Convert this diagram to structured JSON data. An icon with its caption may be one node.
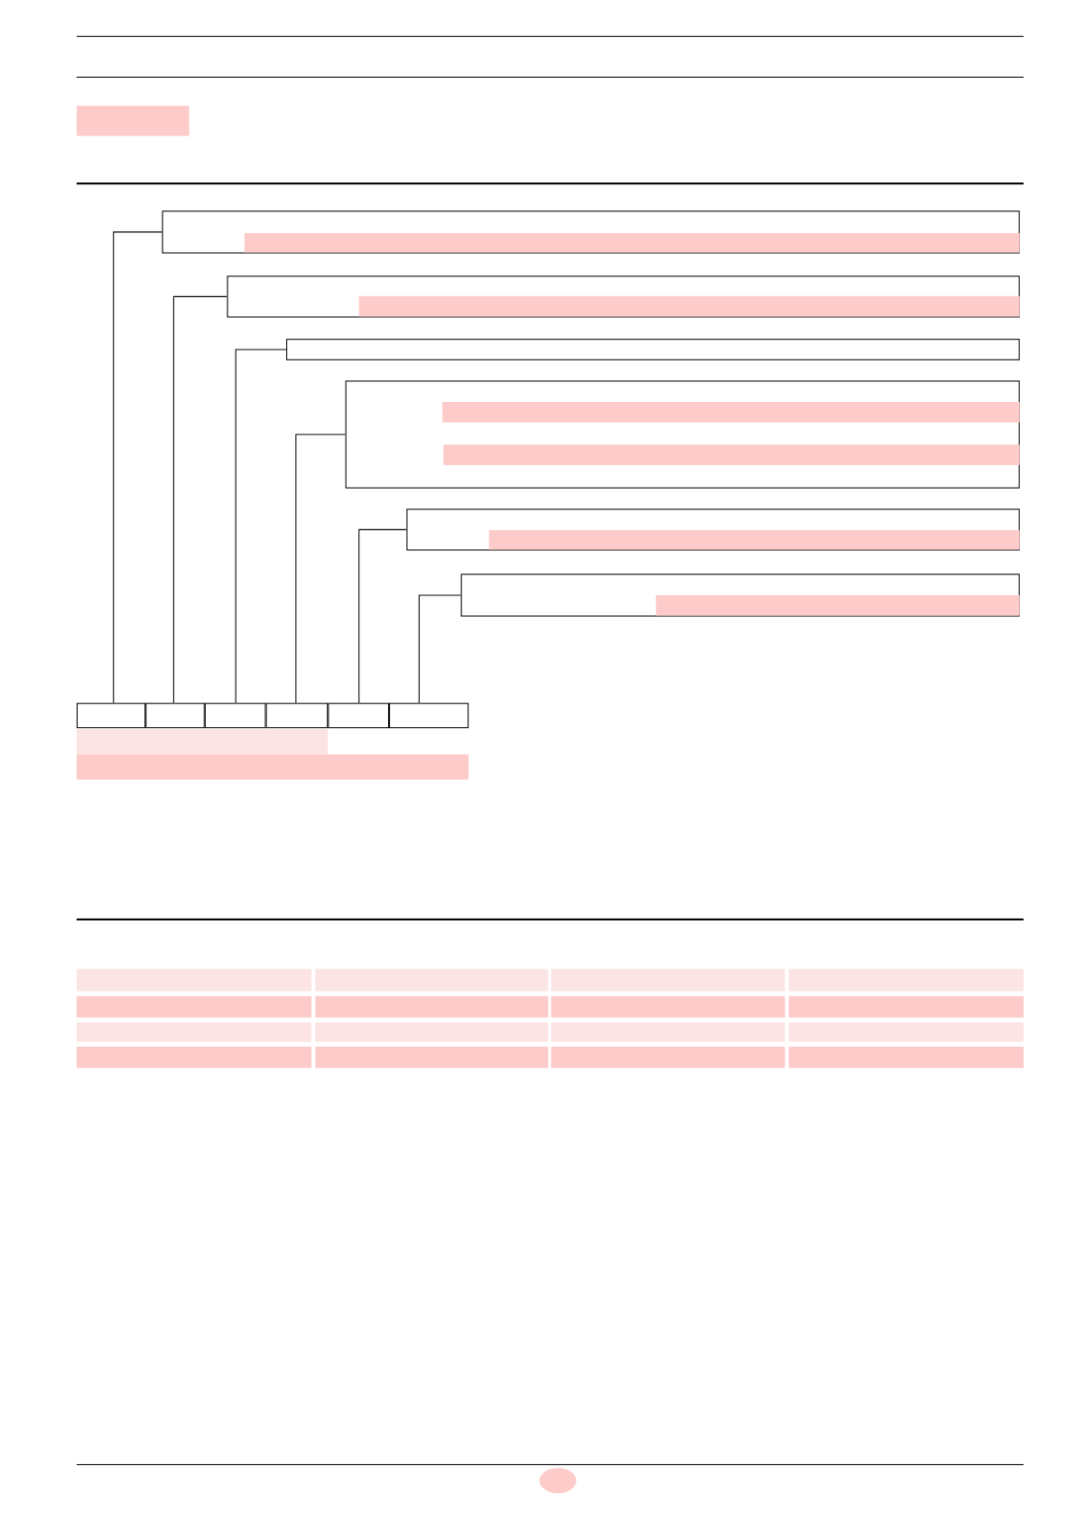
{
  "diagram": {
    "nodes": [
      {
        "text": [],
        "shape": "box"
      },
      {
        "text": [],
        "shape": "box"
      },
      {
        "text": [],
        "shape": "box"
      },
      {
        "text": [],
        "shape": "box"
      },
      {
        "text": [],
        "shape": "box"
      },
      {
        "text": [],
        "shape": "box"
      },
      {
        "text": [],
        "shape": "box"
      },
      {
        "text": [],
        "shape": "box"
      },
      {
        "text": [],
        "shape": "box"
      },
      {
        "text": [],
        "shape": "box"
      },
      {
        "text": [],
        "shape": "box"
      },
      {
        "text": [],
        "shape": "box"
      }
    ],
    "edges": [
      {
        "from": 6,
        "to": 0,
        "arrow": "none"
      },
      {
        "from": 7,
        "to": 1,
        "arrow": "none"
      },
      {
        "from": 8,
        "to": 2,
        "arrow": "none"
      },
      {
        "from": 9,
        "to": 3,
        "arrow": "none"
      },
      {
        "from": 10,
        "to": 4,
        "arrow": "none"
      },
      {
        "from": 11,
        "to": 5,
        "arrow": "none"
      }
    ]
  }
}
